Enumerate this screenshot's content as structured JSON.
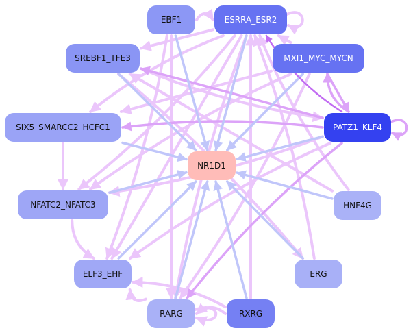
{
  "diagram": {
    "title": "NR1D1 regulatory network",
    "center_node": "NR1D1",
    "nodes": [
      {
        "id": "EBF1",
        "label": "EBF1",
        "fill": "#8c97f5",
        "text_color": "#111111"
      },
      {
        "id": "ESRRA_ESR2",
        "label": "ESRRA_ESR2",
        "fill": "#6672f2",
        "text_color": "#ffffff"
      },
      {
        "id": "SREBF1_TFE3",
        "label": "SREBF1_TFE3",
        "fill": "#8a95f4",
        "text_color": "#111111"
      },
      {
        "id": "MXI1_MYC_MYCN",
        "label": "MXI1_MYC_MYCN",
        "fill": "#6672f2",
        "text_color": "#ffffff"
      },
      {
        "id": "SIX5_SMARCC2_HCFC1",
        "label": "SIX5_SMARCC2_HCFC1",
        "fill": "#9aa3f6",
        "text_color": "#111111"
      },
      {
        "id": "PATZ1_KLF4",
        "label": "PATZ1_KLF4",
        "fill": "#3441f0",
        "text_color": "#ffffff"
      },
      {
        "id": "NR1D1",
        "label": "NR1D1",
        "fill": "#ffbcb8",
        "text_color": "#111111"
      },
      {
        "id": "NFATC2_NFATC3",
        "label": "NFATC2_NFATC3",
        "fill": "#9ea6f6",
        "text_color": "#111111"
      },
      {
        "id": "HNF4G",
        "label": "HNF4G",
        "fill": "#aab2f7",
        "text_color": "#111111"
      },
      {
        "id": "ELF3_EHF",
        "label": "ELF3_EHF",
        "fill": "#a0a8f6",
        "text_color": "#111111"
      },
      {
        "id": "ERG",
        "label": "ERG",
        "fill": "#a8b0f7",
        "text_color": "#111111"
      },
      {
        "id": "RARG",
        "label": "RARG",
        "fill": "#a9b1f7",
        "text_color": "#111111"
      },
      {
        "id": "RXRG",
        "label": "RXRG",
        "fill": "#7580f3",
        "text_color": "#111111"
      }
    ],
    "edge_colors": {
      "to_target": "#c0c6fa",
      "weak": "#ebc6fb",
      "medium": "#dca3f8",
      "strong": "#c26cf2"
    },
    "edges": [
      {
        "from": "EBF1",
        "to": "ESRRA_ESR2",
        "kind": "weak"
      },
      {
        "from": "ESRRA_ESR2",
        "to": "ESRRA_ESR2",
        "kind": "weak"
      },
      {
        "from": "PATZ1_KLF4",
        "to": "PATZ1_KLF4",
        "kind": "medium"
      },
      {
        "from": "RXRG",
        "to": "RARG",
        "kind": "weak"
      },
      {
        "from": "RARG",
        "to": "RARG",
        "kind": "weak"
      },
      {
        "from": "MXI1_MYC_MYCN",
        "to": "ESRRA_ESR2",
        "kind": "weak"
      },
      {
        "from": "PATZ1_KLF4",
        "to": "ESRRA_ESR2",
        "kind": "strong"
      },
      {
        "from": "PATZ1_KLF4",
        "to": "SREBF1_TFE3",
        "kind": "medium"
      },
      {
        "from": "PATZ1_KLF4",
        "to": "SIX5_SMARCC2_HCFC1",
        "kind": "medium"
      },
      {
        "from": "PATZ1_KLF4",
        "to": "MXI1_MYC_MYCN",
        "kind": "medium"
      },
      {
        "from": "MXI1_MYC_MYCN",
        "to": "PATZ1_KLF4",
        "kind": "medium"
      },
      {
        "from": "PATZ1_KLF4",
        "to": "RARG",
        "kind": "medium"
      },
      {
        "from": "PATZ1_KLF4",
        "to": "ELF3_EHF",
        "kind": "weak"
      },
      {
        "from": "PATZ1_KLF4",
        "to": "NFATC2_NFATC3",
        "kind": "weak"
      },
      {
        "from": "SIX5_SMARCC2_HCFC1",
        "to": "NFATC2_NFATC3",
        "kind": "weak"
      },
      {
        "from": "NFATC2_NFATC3",
        "to": "ELF3_EHF",
        "kind": "weak"
      },
      {
        "from": "RARG",
        "to": "ELF3_EHF",
        "kind": "weak"
      },
      {
        "from": "ESRRA_ESR2",
        "to": "SREBF1_TFE3",
        "kind": "weak"
      },
      {
        "from": "ESRRA_ESR2",
        "to": "SIX5_SMARCC2_HCFC1",
        "kind": "weak"
      },
      {
        "from": "ESRRA_ESR2",
        "to": "NFATC2_NFATC3",
        "kind": "weak"
      },
      {
        "from": "ESRRA_ESR2",
        "to": "ELF3_EHF",
        "kind": "weak"
      },
      {
        "from": "ESRRA_ESR2",
        "to": "RARG",
        "kind": "weak"
      },
      {
        "from": "EBF1",
        "to": "ELF3_EHF",
        "kind": "weak"
      },
      {
        "from": "EBF1",
        "to": "RARG",
        "kind": "weak"
      },
      {
        "from": "SREBF1_TFE3",
        "to": "PATZ1_KLF4",
        "kind": "weak"
      },
      {
        "from": "SREBF1_TFE3",
        "to": "ERG",
        "kind": "weak"
      },
      {
        "from": "MXI1_MYC_MYCN",
        "to": "SIX5_SMARCC2_HCFC1",
        "kind": "weak"
      },
      {
        "from": "MXI1_MYC_MYCN",
        "to": "NFATC2_NFATC3",
        "kind": "weak"
      },
      {
        "from": "MXI1_MYC_MYCN",
        "to": "RARG",
        "kind": "weak"
      },
      {
        "from": "HNF4G",
        "to": "SREBF1_TFE3",
        "kind": "weak"
      },
      {
        "from": "ERG",
        "to": "ESRRA_ESR2",
        "kind": "weak"
      },
      {
        "from": "HNF4G",
        "to": "ESRRA_ESR2",
        "kind": "weak"
      },
      {
        "from": "RXRG",
        "to": "ESRRA_ESR2",
        "kind": "weak"
      },
      {
        "from": "RXRG",
        "to": "ELF3_EHF",
        "kind": "weak"
      },
      {
        "from": "EBF1",
        "to": "NR1D1",
        "kind": "to_target"
      },
      {
        "from": "ESRRA_ESR2",
        "to": "NR1D1",
        "kind": "to_target"
      },
      {
        "from": "SREBF1_TFE3",
        "to": "NR1D1",
        "kind": "to_target"
      },
      {
        "from": "MXI1_MYC_MYCN",
        "to": "NR1D1",
        "kind": "to_target"
      },
      {
        "from": "SIX5_SMARCC2_HCFC1",
        "to": "NR1D1",
        "kind": "to_target"
      },
      {
        "from": "PATZ1_KLF4",
        "to": "NR1D1",
        "kind": "to_target"
      },
      {
        "from": "NFATC2_NFATC3",
        "to": "NR1D1",
        "kind": "to_target"
      },
      {
        "from": "HNF4G",
        "to": "NR1D1",
        "kind": "to_target"
      },
      {
        "from": "ELF3_EHF",
        "to": "NR1D1",
        "kind": "to_target"
      },
      {
        "from": "ERG",
        "to": "NR1D1",
        "kind": "to_target"
      },
      {
        "from": "RARG",
        "to": "NR1D1",
        "kind": "to_target"
      },
      {
        "from": "RXRG",
        "to": "NR1D1",
        "kind": "to_target"
      }
    ]
  }
}
